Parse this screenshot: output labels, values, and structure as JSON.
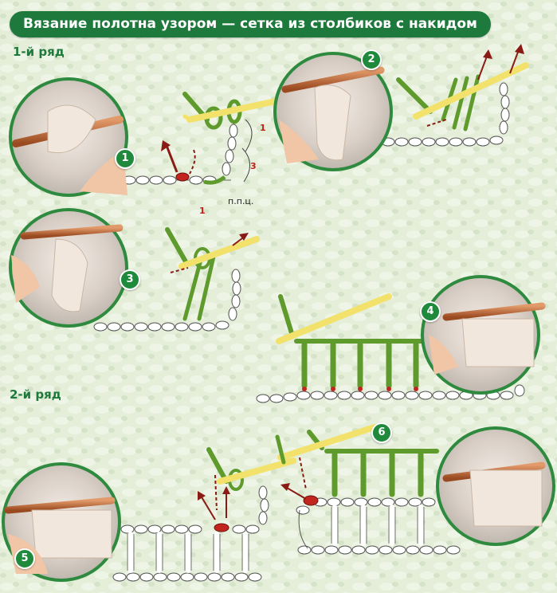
{
  "title": "Вязание полотна узором — сетка из столбиков с накидом",
  "rows": [
    {
      "label": "1-й ряд"
    },
    {
      "label": "2-й ряд"
    }
  ],
  "steps": [
    "1",
    "2",
    "3",
    "4",
    "5",
    "6"
  ],
  "annotations": {
    "n1": "1",
    "n1b": "1",
    "n3": "3",
    "lift_chain": "п.п.ц."
  },
  "colors": {
    "title_bg": "#1e7a3c",
    "stitch_green": "#5e9a2c",
    "chain_white": "#ffffff",
    "hook_yellow": "#f2e26b",
    "arrow_red": "#8a1a14",
    "badge_green": "#1f8a3b"
  }
}
